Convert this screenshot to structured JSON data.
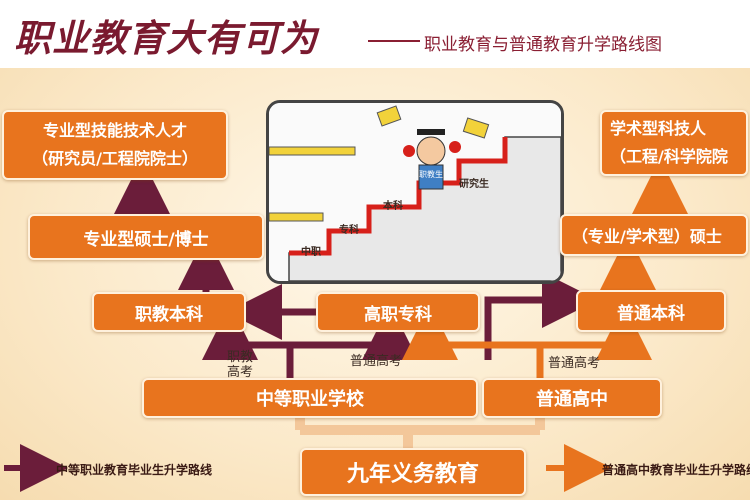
{
  "header": {
    "title": "职业教育大有可为",
    "subtitle": "职业教育与普通教育升学路线图"
  },
  "boxes": {
    "prof_talent_l1": "专业型技能技术人才",
    "prof_talent_l2": "（研究员/工程院院士）",
    "prof_master": "专业型硕士/博士",
    "voc_bachelor": "职教本科",
    "higher_voc": "高职专科",
    "secondary_voc": "中等职业学校",
    "high_school": "普通高中",
    "compulsory": "九年义务教育",
    "regular_bachelor": "普通本科",
    "academic_master": "（专业/学术型）硕士",
    "academic_talent_l1": "学术型科技人",
    "academic_talent_l2": "（工程/科学院院"
  },
  "labels": {
    "voc_exam": "职教高考",
    "regular_exam_left": "普通高考",
    "regular_exam_right": "普通高考"
  },
  "illustration": {
    "steps": [
      "中职",
      "专科",
      "本科",
      "研究生"
    ],
    "figure_label": "职教生"
  },
  "legend": {
    "voc_route": "中等职业教育毕业生升学路线",
    "regular_route": "普通高中教育毕业生升学路线",
    "voc_color": "#6b1d3a",
    "regular_color": "#e8741e"
  },
  "colors": {
    "box": "#e8741e",
    "arrow_voc": "#6b1d3a",
    "arrow_regular": "#e8741e",
    "title": "#7a1a2f"
  }
}
